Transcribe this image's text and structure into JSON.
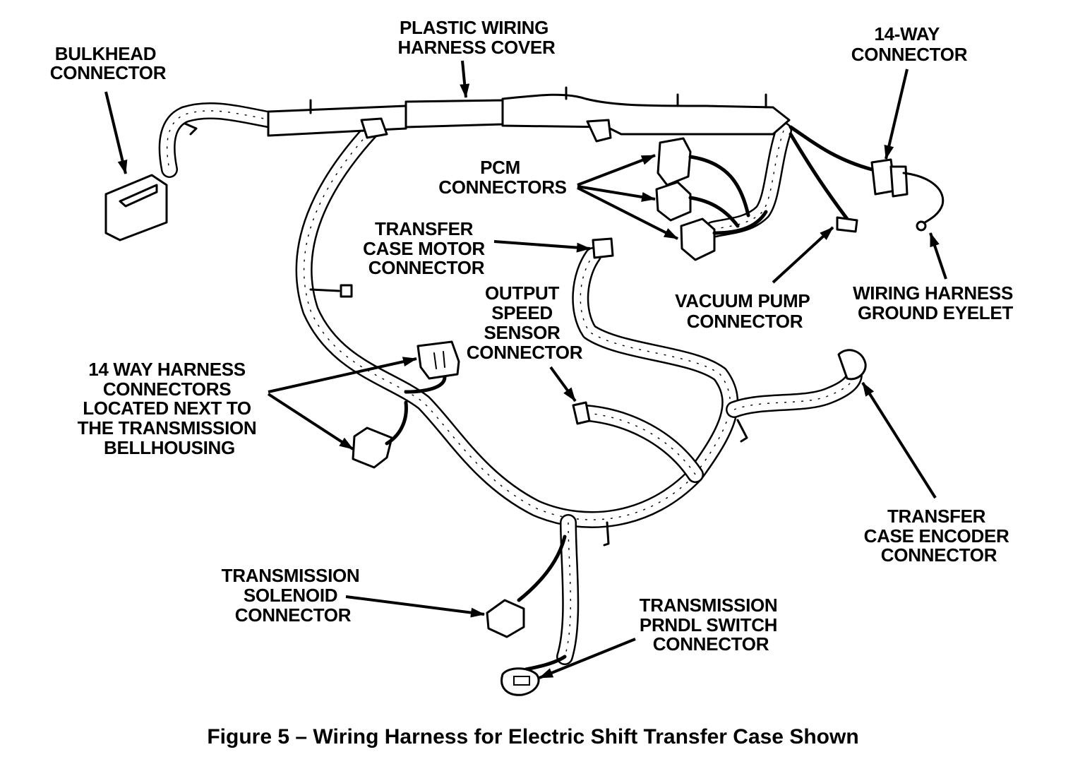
{
  "labels": {
    "bulkhead": [
      "BULKHEAD",
      "CONNECTOR"
    ],
    "plastic_cover": [
      "PLASTIC WIRING",
      "HARNESS COVER"
    ],
    "fourteen_way": [
      "14-WAY",
      "CONNECTOR"
    ],
    "pcm": [
      "PCM",
      "CONNECTORS"
    ],
    "transfer_motor": [
      "TRANSFER",
      "CASE MOTOR",
      "CONNECTOR"
    ],
    "output_speed": [
      "OUTPUT",
      "SPEED",
      "SENSOR",
      "CONNECTOR"
    ],
    "vacuum_pump": [
      "VACUUM PUMP",
      "CONNECTOR"
    ],
    "ground_eyelet": [
      "WIRING HARNESS",
      "GROUND EYELET"
    ],
    "harness_connectors": [
      "14 WAY HARNESS",
      "CONNECTORS",
      "LOCATED NEXT TO",
      "THE TRANSMISSION",
      "BELLHOUSING"
    ],
    "transfer_encoder": [
      "TRANSFER",
      "CASE ENCODER",
      "CONNECTOR"
    ],
    "solenoid": [
      "TRANSMISSION",
      "SOLENOID",
      "CONNECTOR"
    ],
    "prndl": [
      "TRANSMISSION",
      "PRNDL SWITCH",
      "CONNECTOR"
    ]
  },
  "caption": "Figure 5 – Wiring Harness for Electric Shift Transfer Case Shown"
}
